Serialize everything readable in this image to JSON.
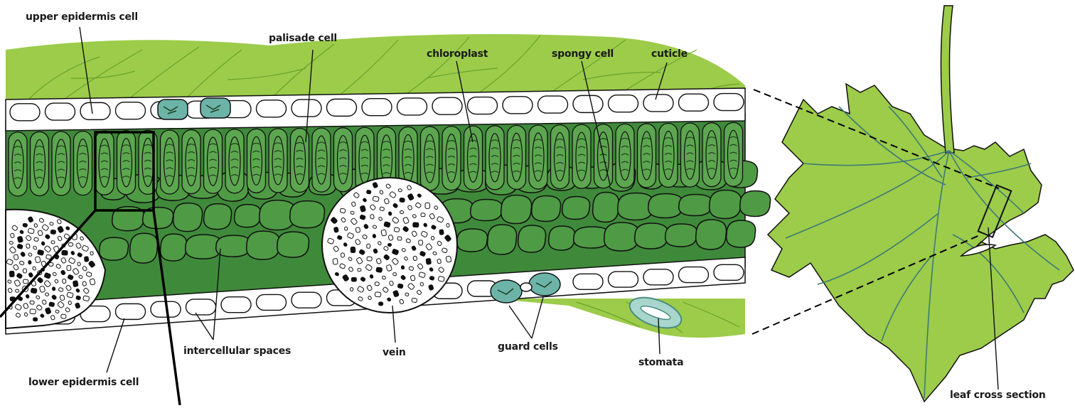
{
  "labels": {
    "upper_epidermis_cell": "upper epidermis cell",
    "palisade_cell": "palisade cell",
    "chloroplast": "chloroplast",
    "spongy_cell": "spongy cell",
    "cuticle": "cuticle",
    "lower_epidermis_cell": "lower epidermis cell",
    "intercellular_spaces": "intercellular spaces",
    "vein": "vein",
    "guard_cells": "guard cells",
    "stomata": "stomata",
    "leaf_cross_section": "leaf cross section"
  },
  "colors": {
    "leaf_light": "#9ccc4a",
    "leaf_mid": "#84bc3c",
    "leaf_vein_line": "#6aa22c",
    "mesophyll_dark": "#3f8a3a",
    "mesophyll_cell": "#4f9a45",
    "palisade_cell": "#5da650",
    "chloroplast_line": "#1d3d1c",
    "guard_cell": "#6cb4a8",
    "outline": "#101010",
    "epidermis_fill": "#ffffff"
  }
}
